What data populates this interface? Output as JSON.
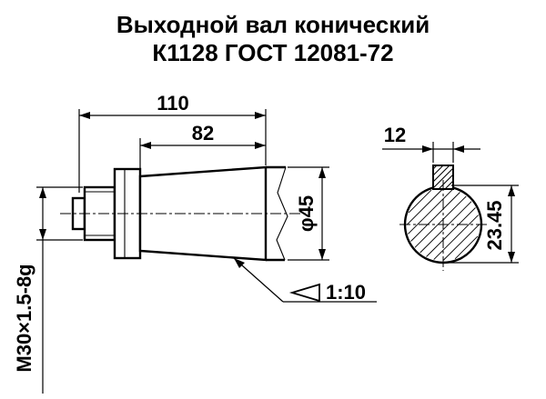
{
  "title": {
    "line1": "Выходной вал конический",
    "line2": "К1128 ГОСТ 12081-72"
  },
  "side_view": {
    "overall_length": "110",
    "cone_length": "82",
    "thread_spec": "M30×1.5-8g",
    "diameter": "φ45",
    "taper": "1:10"
  },
  "end_view": {
    "key_width": "12",
    "keyway_height": "23.45"
  },
  "colors": {
    "ink": "#000000",
    "background": "#ffffff"
  }
}
